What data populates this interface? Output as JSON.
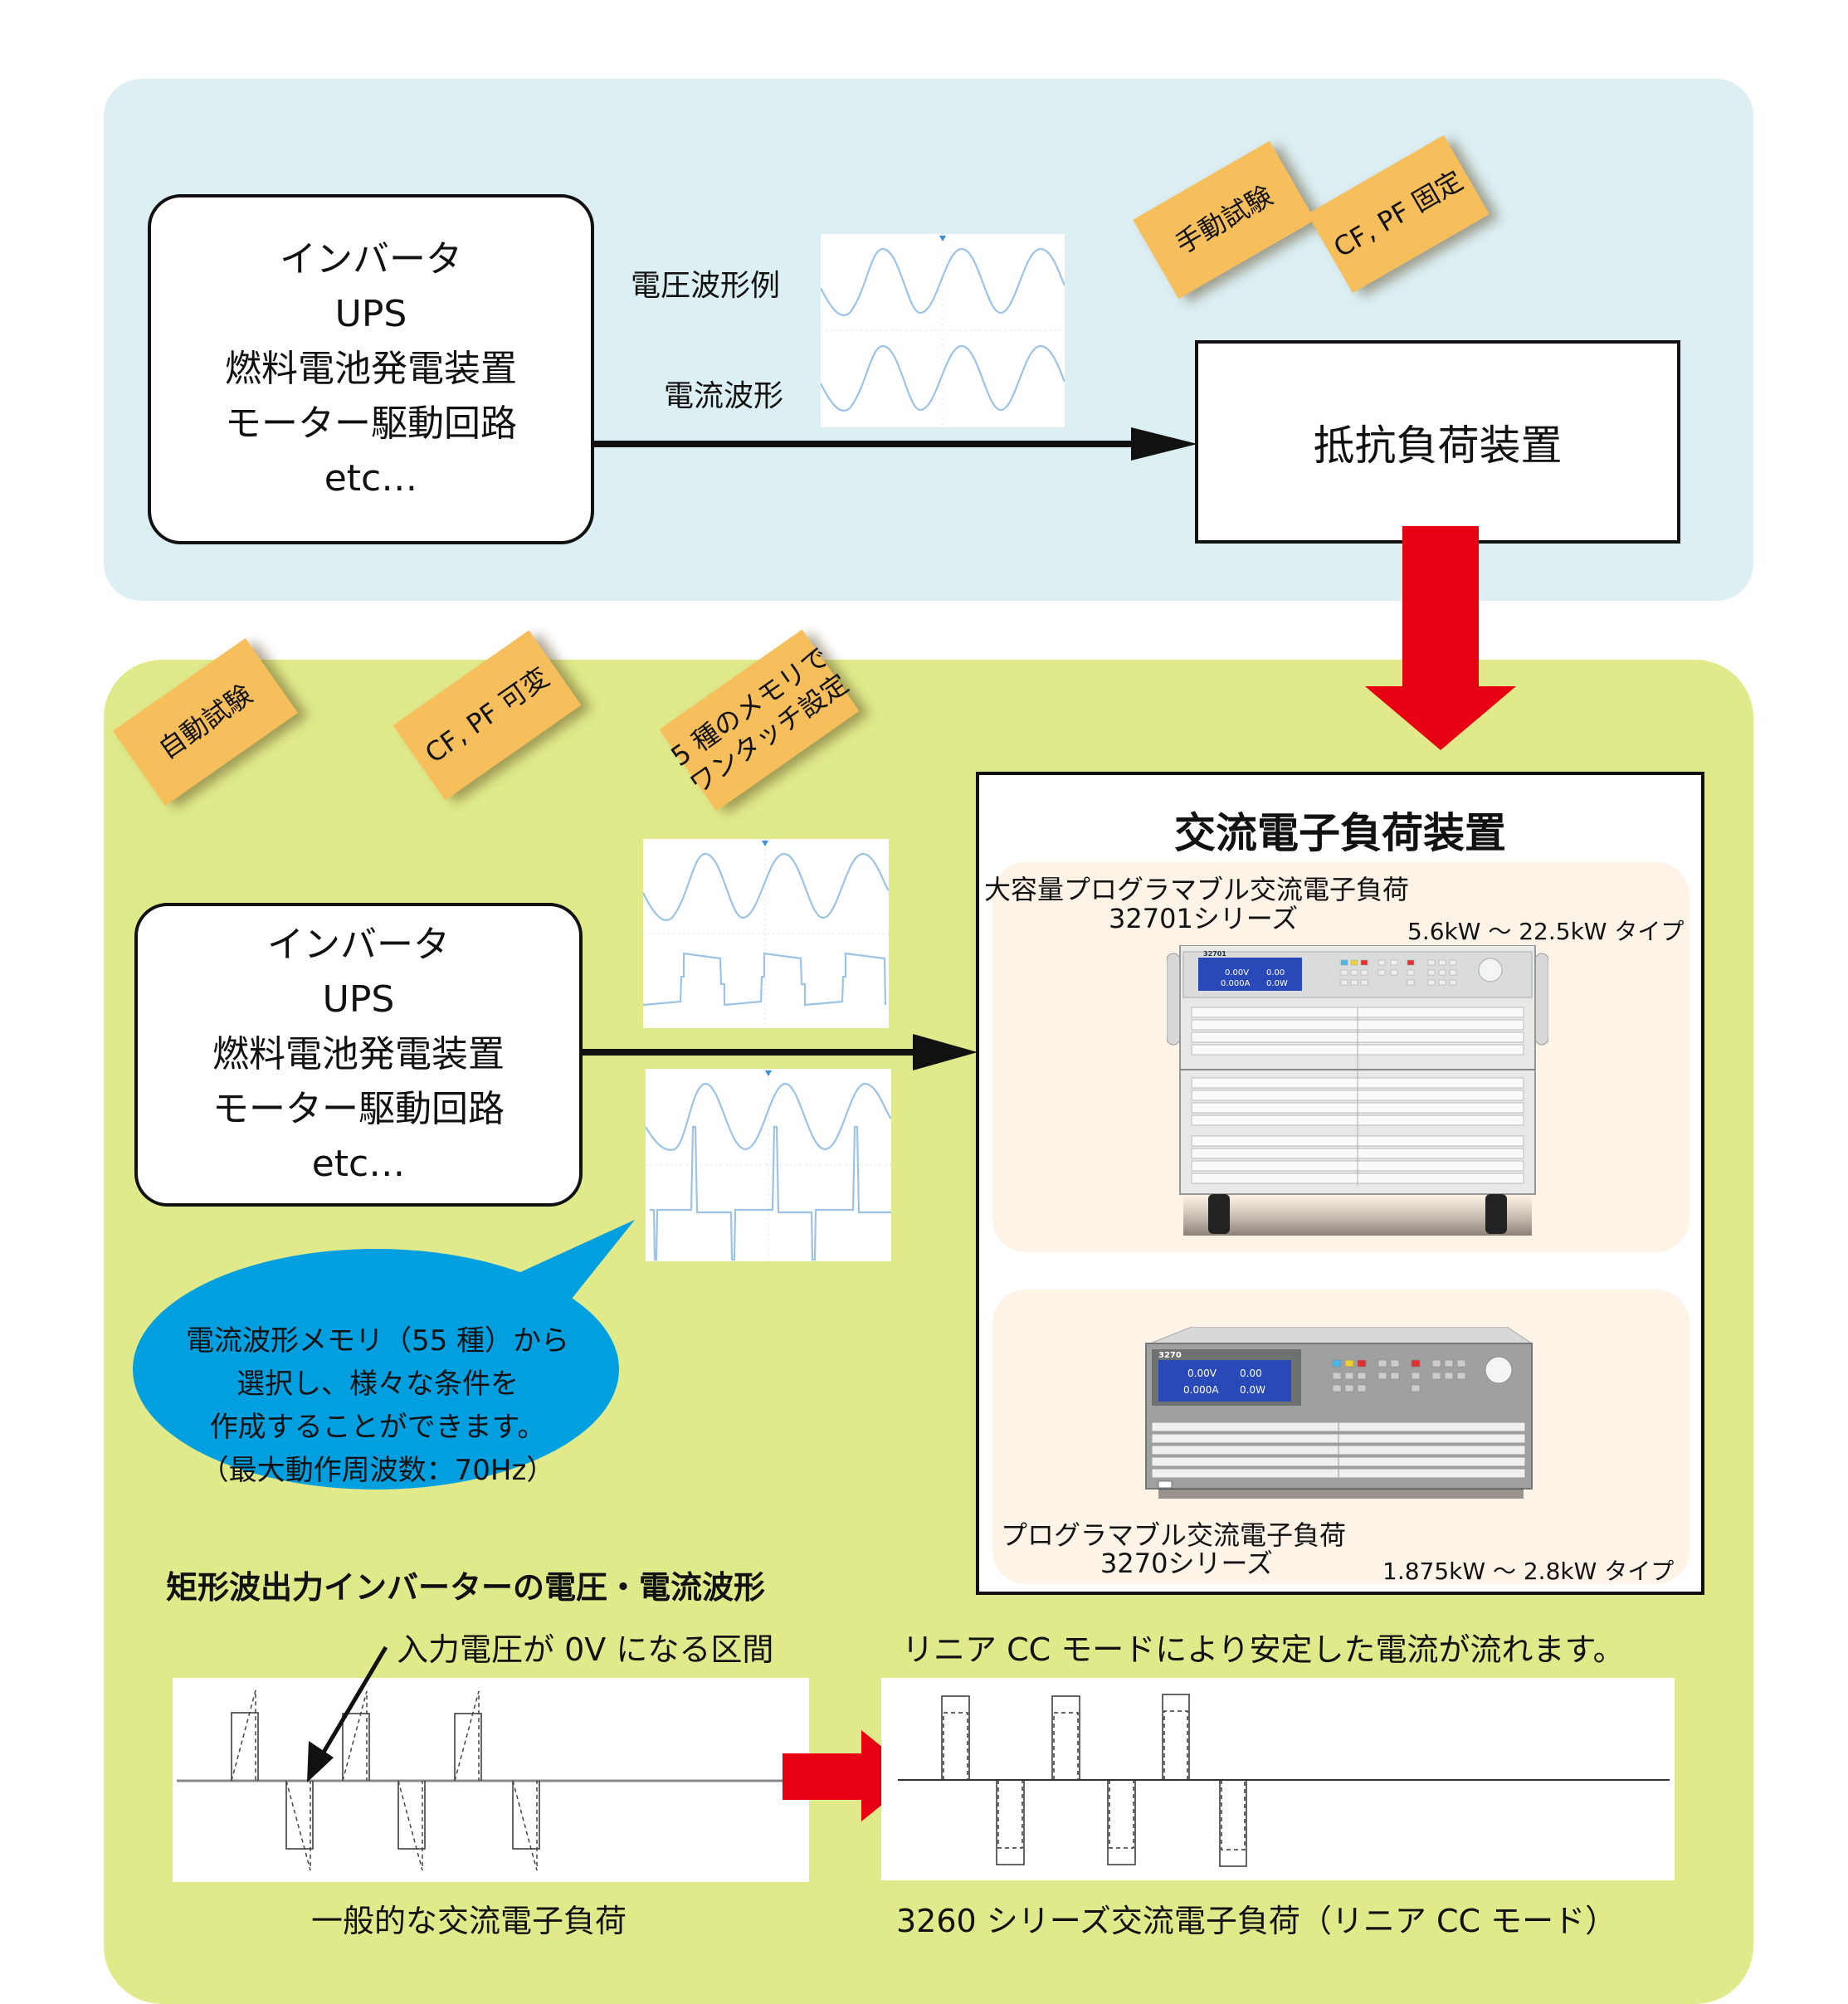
{
  "top_section": {
    "source_lines": [
      "インバータ",
      "UPS",
      "燃料電池発電装置",
      "モーター駆動回路",
      "etc…"
    ],
    "voltage_label": "電圧波形例",
    "current_label": "電流波形",
    "load_label": "抵抗負荷装置",
    "tags": [
      "手動試験",
      "CF, PF 固定"
    ]
  },
  "bottom_section": {
    "tags": [
      "自動試験",
      "CF, PF 可変",
      "5 種のメモリで\nワンタッチ設定"
    ],
    "tag_lines": {
      "memory_line1": "5 種のメモリで",
      "memory_line2": "ワンタッチ設定"
    },
    "source_lines": [
      "インバータ",
      "UPS",
      "燃料電池発電装置",
      "モーター駆動回路",
      "etc…"
    ],
    "device_box": {
      "title": "交流電子負荷装置",
      "products": [
        {
          "name": "大容量プログラマブル交流電子負荷",
          "series": "32701シリーズ",
          "range": "5.6kW ～ 22.5kW タイプ",
          "model": "32701",
          "display": [
            "0.00V",
            "0.00",
            "0.000A",
            "0.0W"
          ]
        },
        {
          "name": "プログラマブル交流電子負荷",
          "series": "3270シリーズ",
          "range": "1.875kW ～ 2.8kW タイプ",
          "model": "3270",
          "display": [
            "0.00V",
            "0.00",
            "0.000A",
            "0.0W"
          ]
        }
      ]
    },
    "callout_lines": [
      "電流波形メモリ（55 種）から",
      "選択し、様々な条件を",
      "作成することができます。",
      "（最大動作周波数：70Hz）"
    ],
    "waveform_heading": "矩形波出力インバーターの電圧・電流波形",
    "zero_volt_note": "入力電圧が 0V になる区間",
    "linear_cc_note": "リニア CC モードにより安定した電流が流れます。",
    "left_chart_caption": "一般的な交流電子負荷",
    "right_chart_caption": "3260 シリーズ交流電子負荷（リニア CC モード）"
  },
  "colors": {
    "top_panel": "#dceff3",
    "bottom_panel": "#e0ea8b",
    "tag": "#f7bf5c",
    "red_arrow": "#e60012",
    "callout": "#00a0e0",
    "device_card": "#fdf3e7",
    "scope_trace": "#9cc3e6"
  }
}
